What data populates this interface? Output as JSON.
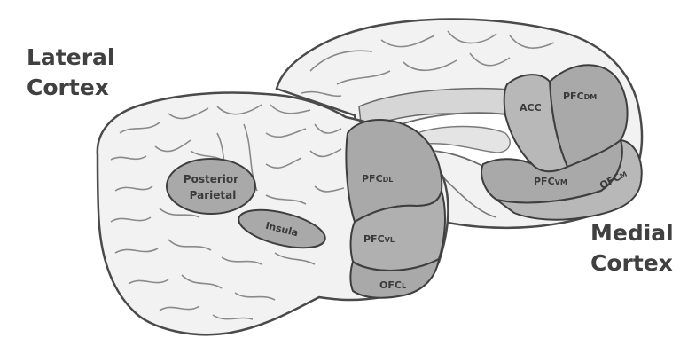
{
  "labels": {
    "lateral": [
      "Lateral",
      "Cortex"
    ],
    "medial": [
      "Medial",
      "Cortex"
    ]
  },
  "regions": {
    "posterior_parietal": [
      "Posterior",
      "Parietal"
    ],
    "insula": "Insula",
    "pfc_dl": {
      "main": "PFC",
      "sub": "DL"
    },
    "pfc_vl": {
      "main": "PFC",
      "sub": "VL"
    },
    "ofc_l": {
      "main": "OFC",
      "sub": "L"
    },
    "acc": "ACC",
    "pfc_dm": {
      "main": "PFC",
      "sub": "DM"
    },
    "pfc_vm": {
      "main": "PFC",
      "sub": "VM"
    },
    "ofc_m": {
      "main": "OFC",
      "sub": "M"
    }
  },
  "colors": {
    "brain_fill": "#f2f2f2",
    "outline": "#4a4a4a",
    "gyri": "#8a8a8a",
    "region_fill": "#a9a9a9",
    "region_fill_light": "#c4c4c4",
    "inner_white": "#ffffff",
    "corpus_callosum": "#e4e4e4"
  }
}
